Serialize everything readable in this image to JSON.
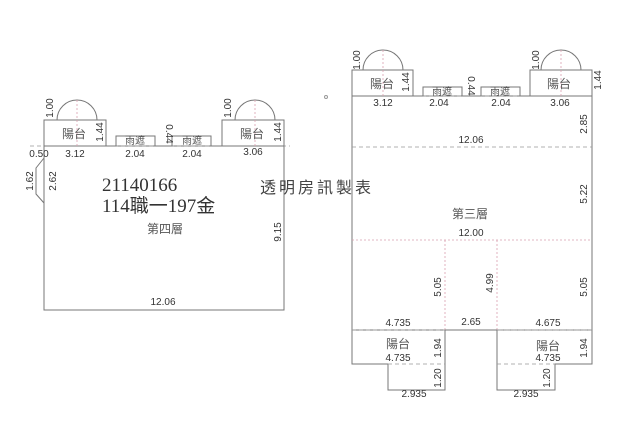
{
  "floor4": {
    "name": "第四層",
    "balcony": "陽台",
    "shelter": "雨遮",
    "dims": {
      "arc_l": "1.00",
      "arc_r": "1.00",
      "bal_depth_l": "1.44",
      "bal_depth_r": "1.44",
      "shelter_gap": "0.44",
      "offset": "0.50",
      "bal_l": "3.12",
      "sh1": "2.04",
      "sh2": "2.04",
      "bal_r": "3.06",
      "bevel": "1.62",
      "side": "2.62",
      "depth": "9.15",
      "width": "12.06"
    },
    "case_no": "21140166",
    "case_code": "114職一197金"
  },
  "watermark": "透明房訊製表",
  "floor3": {
    "name": "第三層",
    "balcony": "陽台",
    "shelter": "雨遮",
    "dims": {
      "arc_l": "1.00",
      "arc_r": "1.00",
      "bal_depth_l": "1.44",
      "bal_depth_r": "1.44",
      "shelter_gap": "0.44",
      "bal_l": "3.12",
      "sh1": "2.04",
      "sh2": "2.04",
      "bal_r": "3.06",
      "d1": "2.85",
      "w1": "12.06",
      "d2": "5.22",
      "w2": "12.00",
      "d3l": "5.05",
      "d3m": "4.99",
      "d3r": "5.05",
      "w3l": "4.735",
      "w3m": "2.65",
      "w3r": "4.675",
      "bbl_w": "4.735",
      "bbl_d": "1.94",
      "bbl_sub_d": "1.20",
      "bbl_sub_w": "2.935",
      "bbr_w": "4.735",
      "bbr_d": "1.94",
      "bbr_sub_d": "1.20",
      "bbr_sub_w": "2.935"
    }
  }
}
